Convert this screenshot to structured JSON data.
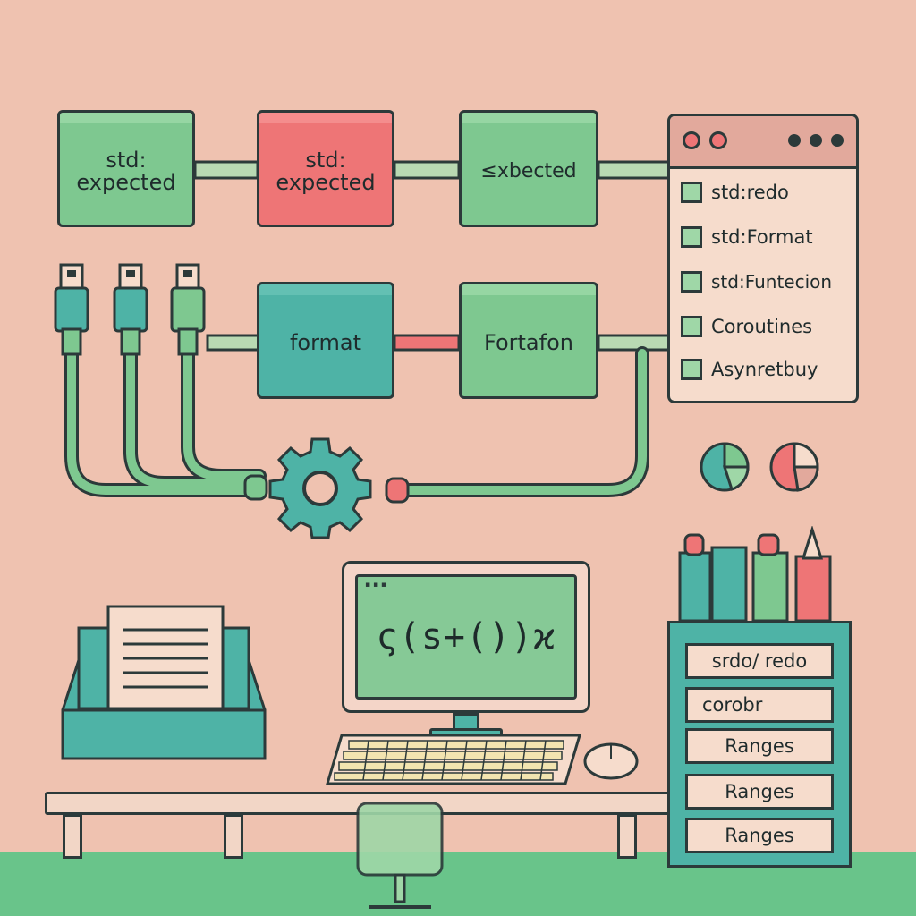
{
  "flow": {
    "row1": [
      "std:\nexpected",
      "std:\nexpected",
      "≤xbected"
    ],
    "row2": [
      "format",
      "Fortafon"
    ]
  },
  "checklist": {
    "items": [
      "std:redo",
      "std:Format",
      "std:Funtecion",
      "Coroutines",
      "Asynretbuy"
    ]
  },
  "monitor": {
    "code": "ς(s+())ϰ",
    "menu": "▪ ▪ ▪"
  },
  "shelf": {
    "labels": [
      "srdo/ redo",
      "corobr",
      "Ranges",
      "Ranges",
      "Ranges"
    ]
  },
  "colors": {
    "background": "#efc2b0",
    "green": "#7ec890",
    "red": "#ee7576",
    "teal": "#4eb3a6",
    "floor": "#69c48a",
    "outline": "#2c3a3a"
  },
  "icons": [
    "usb-plug-icon",
    "gear-icon",
    "pie-chart-icon",
    "keyboard-icon",
    "mouse-icon",
    "chair-icon",
    "document-tray-icon",
    "book-icon"
  ]
}
